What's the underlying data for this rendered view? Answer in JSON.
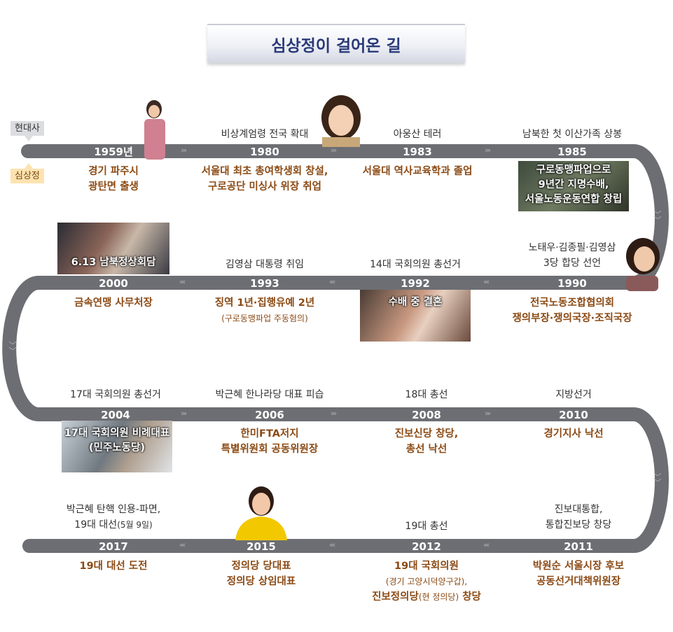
{
  "title": "심상정이 걸어온 길",
  "tags": {
    "era": "현대사",
    "person": "심상정"
  },
  "colors": {
    "track": "#6d6e73",
    "highlight": "#f5b800",
    "title": "#2a3a78",
    "personal_text": "#8b4a14"
  },
  "timeline": [
    {
      "year": "1959년",
      "event": [],
      "personal": [
        "경기 파주시",
        "광탄면 출생"
      ]
    },
    {
      "year": "1980",
      "event": [
        "비상계엄령 전국 확대"
      ],
      "personal": [
        "서울대 최초 총여학생회 창설,",
        "구로공단 미싱사 위장 취업"
      ]
    },
    {
      "year": "1983",
      "event": [
        "아웅산 테러"
      ],
      "personal": [
        "서울대 역사교육학과 졸업"
      ]
    },
    {
      "year": "1985",
      "event": [
        "남북한 첫 이산가족 상봉"
      ],
      "personal": []
    },
    {
      "year": "1990",
      "event": [
        "노태우·김종필·김영삼",
        "3당 합당 선언"
      ],
      "personal": [
        "전국노동조합협의회",
        "쟁의부장·쟁의국장·조직국장"
      ]
    },
    {
      "year": "1992",
      "event": [
        "14대 국회의원 총선거"
      ],
      "personal": []
    },
    {
      "year": "1993",
      "event": [
        "김영삼 대통령 취임"
      ],
      "personal": [
        "징역 1년·집행유예 2년"
      ],
      "personal_note": "(구로동맹파업 주동혐의)"
    },
    {
      "year": "2000",
      "event": [],
      "personal": [
        "금속연맹 사무처장"
      ]
    },
    {
      "year": "2004",
      "event": [
        "17대 국회의원 총선거"
      ],
      "personal": []
    },
    {
      "year": "2006",
      "event": [
        "박근혜 한나라당 대표 피습"
      ],
      "personal": [
        "한미FTA저지",
        "특별위원회 공동위원장"
      ]
    },
    {
      "year": "2008",
      "event": [
        "18대 총선"
      ],
      "personal": [
        "진보신당 창당,",
        "총선 낙선"
      ]
    },
    {
      "year": "2010",
      "event": [
        "지방선거"
      ],
      "personal": [
        "경기지사 낙선"
      ]
    },
    {
      "year": "2011",
      "event": [
        "진보대통합,",
        "통합진보당 창당"
      ],
      "personal": [
        "박원순 서울시장 후보",
        "공동선거대책위원장"
      ]
    },
    {
      "year": "2012",
      "event": [
        "19대 총선"
      ],
      "personal": [
        "19대 국회의원"
      ],
      "personal_note": "(경기 고양시덕양구갑),",
      "personal_extra": {
        "before": "진보정의당",
        "note": "(현 정의당)",
        "after": " 창당"
      }
    },
    {
      "year": "2015",
      "event": [],
      "personal": [
        "정의당 당대표",
        "정의당 상임대표"
      ]
    },
    {
      "year": "2017",
      "event": [
        "박근혜 탄핵 인용-파면,"
      ],
      "event_extra": {
        "text": "19대 대선",
        "note": "(5월 9일)"
      },
      "personal": [
        "19대 대선 도전"
      ]
    }
  ],
  "photos": {
    "p1985": [
      "구로동맹파업으로",
      "9년간 지명수배,",
      "서울노동운동연합 창립"
    ],
    "p2000": [
      "6.13 남북정상회담"
    ],
    "p1992": [
      "수배 중 결혼"
    ],
    "p2004": [
      "17대 국회의원 비례대표",
      "(민주노동당)"
    ]
  }
}
